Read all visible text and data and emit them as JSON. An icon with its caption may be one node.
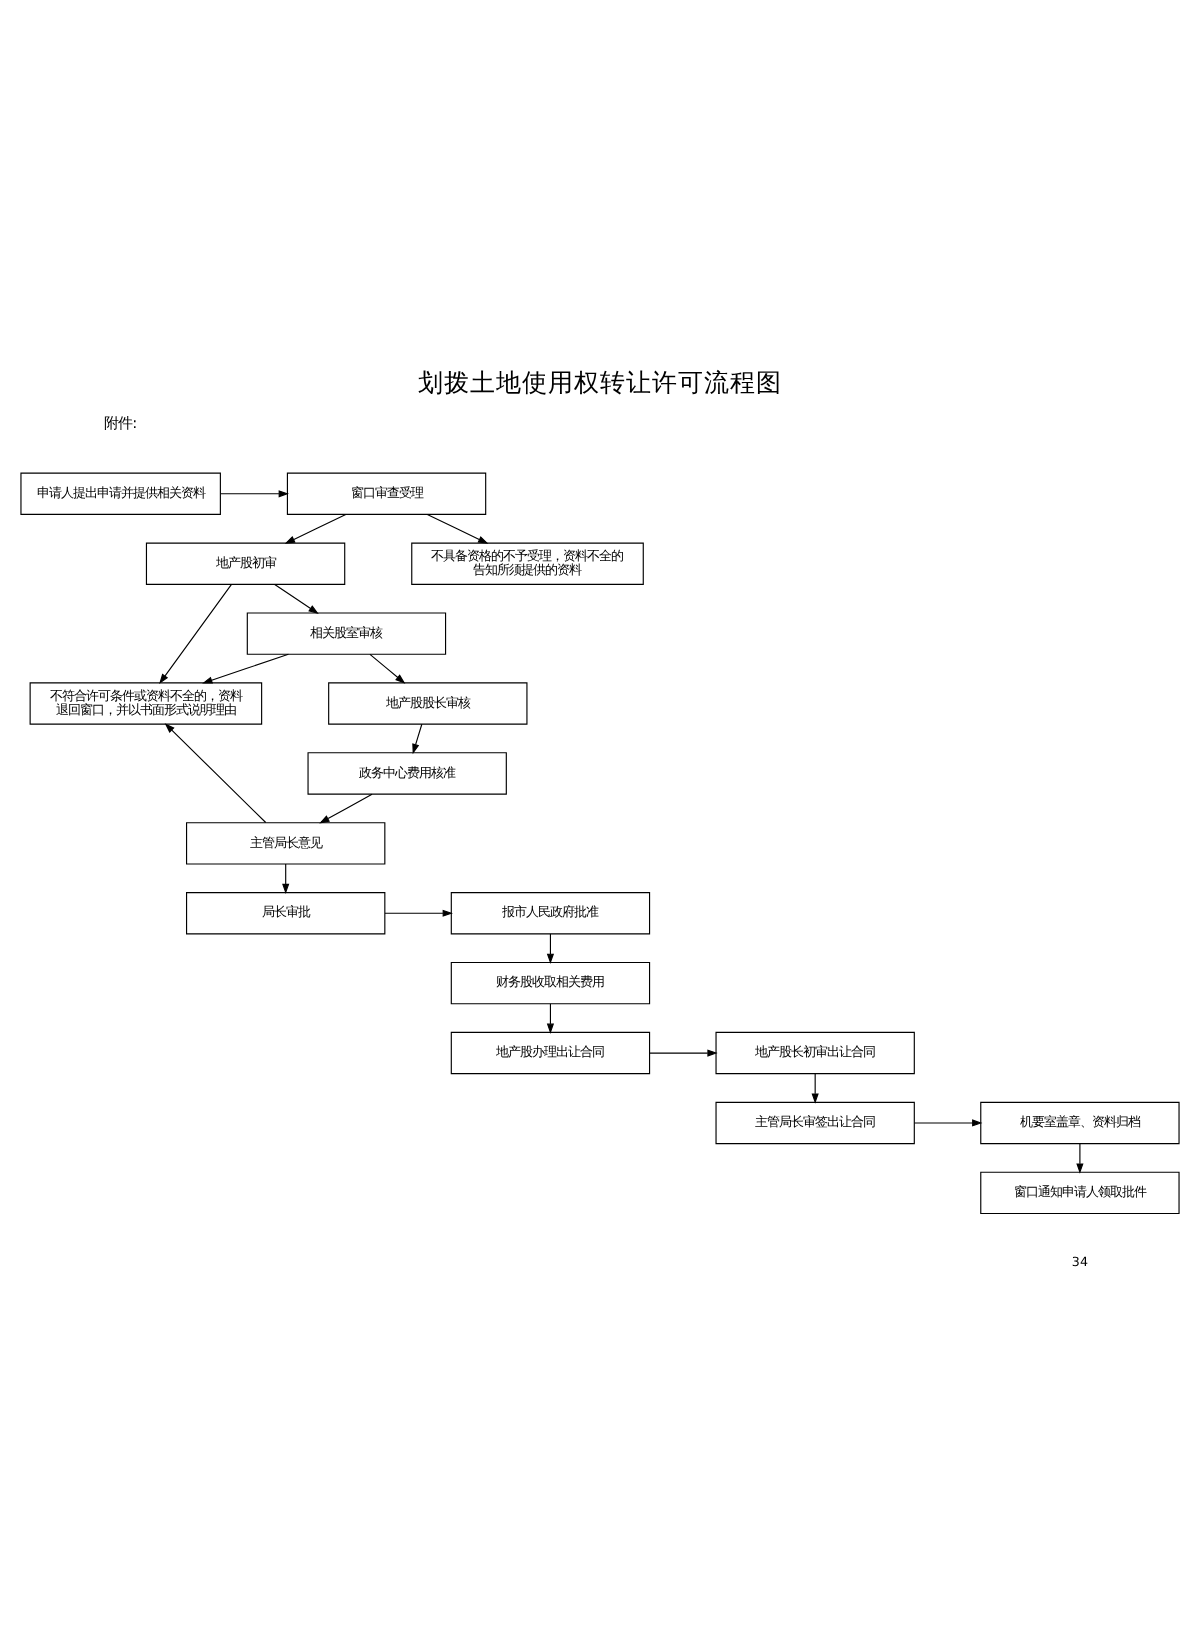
{
  "diagram": {
    "title": "划拨土地使用权转让许可流程图",
    "nodes": [
      {
        "text": [
          "申请人提出申请并提供相关资料"
        ]
      },
      {
        "text": [
          "窗口审查受理"
        ]
      },
      {
        "text": [
          "地产股初审"
        ]
      },
      {
        "text": [
          "不具备资格的不予受理，资料不全的告知所须提供的资料"
        ]
      },
      {
        "text": [
          "相关股室审核"
        ]
      },
      {
        "text": [
          "不符合许可条件或资料不全的，资料退回窗口，并以书面形式说明理由"
        ]
      },
      {
        "text": [
          "地产股股长审核"
        ]
      },
      {
        "text": [
          "政务中心费用核准"
        ]
      },
      {
        "text": [
          "主管局长意见"
        ]
      },
      {
        "text": [
          "报市人民政府批准"
        ]
      },
      {
        "text": [
          "局长审批"
        ]
      },
      {
        "text": [
          "财务股收取相关费用"
        ]
      },
      {
        "text": [
          "地产股办理出让合同"
        ]
      },
      {
        "text": [
          "地产股长初审出让合同"
        ]
      },
      {
        "text": [
          "主管局长审签出让合同"
        ]
      },
      {
        "text": [
          "机要室盖章、资料归档"
        ]
      },
      {
        "text": [
          "窗口通知申请人领取批件"
        ]
      }
    ],
    "edges": [
      {
        "from": 0,
        "to": 1,
        "arrow": "to"
      },
      {
        "from": 1,
        "to": 2,
        "arrow": "to"
      },
      {
        "from": 1,
        "to": 3,
        "arrow": "to"
      },
      {
        "from": 2,
        "to": 4,
        "arrow": "to"
      },
      {
        "from": 2,
        "to": 5,
        "arrow": "to"
      },
      {
        "from": 4,
        "to": 5,
        "arrow": "to"
      },
      {
        "from": 4,
        "to": 6,
        "arrow": "to"
      },
      {
        "from": 6,
        "to": 7,
        "arrow": "to"
      },
      {
        "from": 7,
        "to": 8,
        "arrow": "to"
      },
      {
        "from": 8,
        "to": 5,
        "arrow": "to"
      },
      {
        "from": 8,
        "to": 10,
        "arrow": "to"
      },
      {
        "from": 10,
        "to": 9,
        "arrow": "to"
      },
      {
        "from": 9,
        "to": 11,
        "arrow": "to"
      },
      {
        "from": 11,
        "to": 12,
        "arrow": "to"
      },
      {
        "from": 12,
        "to": 13,
        "arrow": "to"
      },
      {
        "from": 13,
        "to": 14,
        "arrow": "to"
      },
      {
        "from": 14,
        "to": 15,
        "arrow": "to"
      },
      {
        "from": 15,
        "to": 16,
        "arrow": "to"
      }
    ],
    "labels": [
      "附件:",
      "34"
    ]
  }
}
